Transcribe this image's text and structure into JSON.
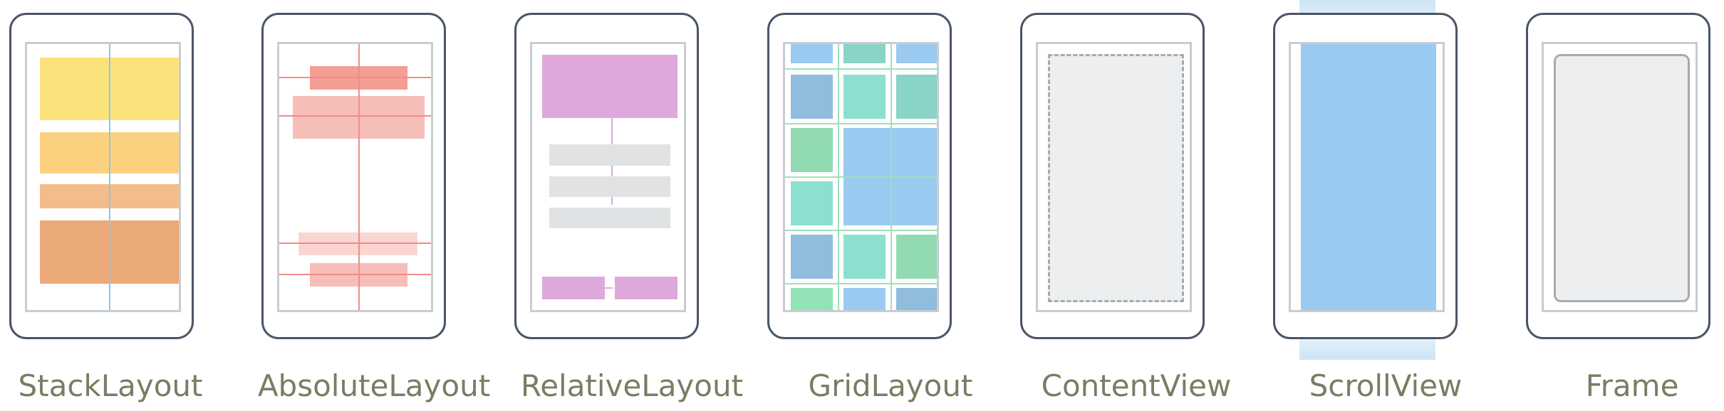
{
  "labels": {
    "stack": "StackLayout",
    "absolute": "AbsoluteLayout",
    "relative": "RelativeLayout",
    "grid": "GridLayout",
    "content": "ContentView",
    "scroll": "ScrollView",
    "frame": "Frame"
  },
  "colors": {
    "phone_border": "#4a5568",
    "screen_border": "#c9ccd0",
    "label_text": "#7d7b63",
    "yellow": "#fbe27b",
    "orange_light": "#fbd180",
    "orange": "#f4bc8a",
    "orange_dark": "#eca978",
    "red": "#f49d92",
    "pink": "#f6beb8",
    "pink_light": "#fad6d2",
    "purple": "#dea8dd",
    "gray": "#e0e2e4",
    "blue": "#9acaf0",
    "teal": "#8ad3c7",
    "aqua": "#8de0d0",
    "green": "#92dbb2",
    "slate_blue": "#90bcde",
    "content_bg": "#eceeef",
    "dash": "#a7abae"
  },
  "icons": [
    "phone-frame",
    "layout-guide-line"
  ]
}
